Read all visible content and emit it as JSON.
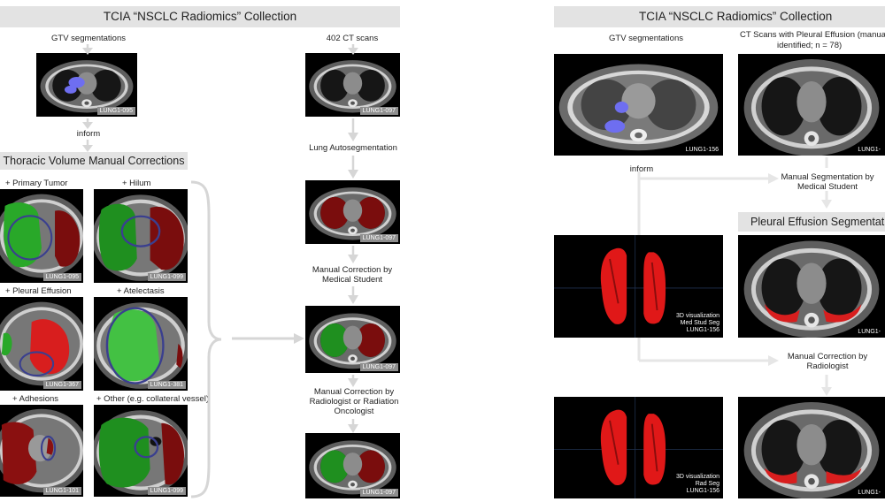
{
  "left": {
    "title": "TCIA “NSCLC Radiomics” Collection",
    "gtv_label": "GTV segmentations",
    "ct_label": "402 CT scans",
    "inform_label": "inform",
    "auto_seg_label": "Lung Autosegmentation",
    "med_student_label": "Manual Correction by Medical Student",
    "radiologist_label": "Manual Correction by Radiologist or Radiation Oncologist",
    "section_title": "Thoracic Volume Manual Corrections",
    "corrections": [
      {
        "label": "+ Primary Tumor",
        "id": "LUNG1-095"
      },
      {
        "label": "+ Hilum",
        "id": "LUNG1-099"
      },
      {
        "label": "+ Pleural Effusion",
        "id": "LUNG1-367"
      },
      {
        "label": "+ Atelectasis",
        "id": "LUNG1-381"
      },
      {
        "label": "+ Adhesions",
        "id": "LUNG1-101"
      },
      {
        "label": "+ Other (e.g. collateral vessel)",
        "id": "LUNG1-099"
      }
    ],
    "gtv_id": "LUNG1-095",
    "ct_id": "LUNG1-097",
    "auto_id": "LUNG1-097",
    "med_id": "LUNG1-097",
    "rad_id": "LUNG1-097"
  },
  "right": {
    "title": "TCIA “NSCLC Radiomics” Collection",
    "gtv_label": "GTV segmentations",
    "ct_label_line1": "CT Scans with Pleural Effusion (manual",
    "ct_label_line2": "identified; n = 78)",
    "inform_label": "inform",
    "med_student_label": "Manual Segmentation by Medical Student",
    "section_title": "Pleural Effusion Segmentation",
    "radiologist_label": "Manual Correction by Radiologist",
    "gtv_id": "LUNG1-156",
    "ct_id": "LUNG1-",
    "seg1_id": "LUNG1-",
    "seg2_id": "LUNG1-",
    "viz1": [
      "3D visualization",
      "Med Stud Seg",
      "LUNG1-156"
    ],
    "viz2": [
      "3D visualization",
      "Rad Seg",
      "LUNG1-156"
    ]
  },
  "colors": {
    "tumor_blue": "#6e6ef0",
    "lung_red": "#7a0d0d",
    "correction_green": "#29a829",
    "effusion_red": "#d81e1e",
    "arrow_gray": "#d6d6d6",
    "band_gray": "#e3e3e3"
  }
}
